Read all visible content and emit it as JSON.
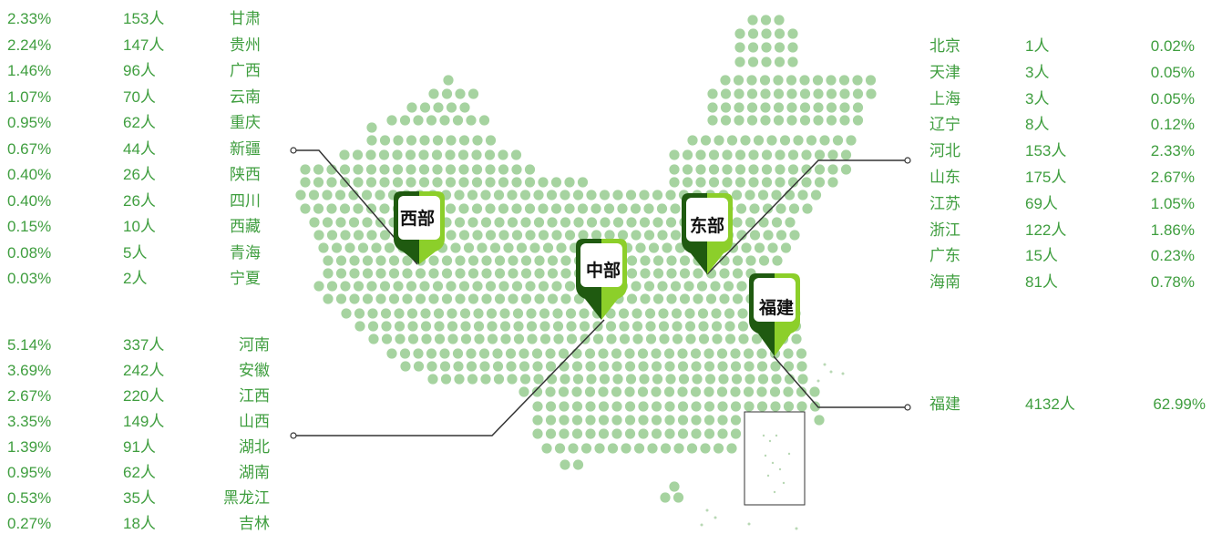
{
  "west_group": [
    {
      "pct": "2.33%",
      "count": "153人",
      "name": "甘肃"
    },
    {
      "pct": "2.24%",
      "count": "147人",
      "name": "贵州"
    },
    {
      "pct": "1.46%",
      "count": "96人",
      "name": "广西"
    },
    {
      "pct": "1.07%",
      "count": "70人",
      "name": "云南"
    },
    {
      "pct": "0.95%",
      "count": "62人",
      "name": "重庆"
    },
    {
      "pct": "0.67%",
      "count": "44人",
      "name": "新疆"
    },
    {
      "pct": "0.40%",
      "count": "26人",
      "name": "陕西"
    },
    {
      "pct": "0.40%",
      "count": "26人",
      "name": "四川"
    },
    {
      "pct": "0.15%",
      "count": "10人",
      "name": "西藏"
    },
    {
      "pct": "0.08%",
      "count": "5人",
      "name": "青海"
    },
    {
      "pct": "0.03%",
      "count": "2人",
      "name": "宁夏"
    }
  ],
  "central_group": [
    {
      "pct": "5.14%",
      "count": "337人",
      "name": "河南"
    },
    {
      "pct": "3.69%",
      "count": "242人",
      "name": "安徽"
    },
    {
      "pct": "2.67%",
      "count": "220人",
      "name": "江西"
    },
    {
      "pct": "3.35%",
      "count": "149人",
      "name": "山西"
    },
    {
      "pct": "1.39%",
      "count": "91人",
      "name": "湖北"
    },
    {
      "pct": "0.95%",
      "count": "62人",
      "name": "湖南"
    },
    {
      "pct": "0.53%",
      "count": "35人",
      "name": "黑龙江"
    },
    {
      "pct": "0.27%",
      "count": "18人",
      "name": "吉林"
    }
  ],
  "east_group": [
    {
      "name": "北京",
      "count": "1人",
      "pct": "0.02%"
    },
    {
      "name": "天津",
      "count": "3人",
      "pct": "0.05%"
    },
    {
      "name": "上海",
      "count": "3人",
      "pct": "0.05%"
    },
    {
      "name": "辽宁",
      "count": "8人",
      "pct": "0.12%"
    },
    {
      "name": "河北",
      "count": "153人",
      "pct": "2.33%"
    },
    {
      "name": "山东",
      "count": "175人",
      "pct": "2.67%"
    },
    {
      "name": "江苏",
      "count": "69人",
      "pct": "1.05%"
    },
    {
      "name": "浙江",
      "count": "122人",
      "pct": "1.86%"
    },
    {
      "name": "广东",
      "count": "15人",
      "pct": "0.23%"
    },
    {
      "name": "海南",
      "count": "81人",
      "pct": "0.78%"
    }
  ],
  "fujian_group": [
    {
      "name": "福建",
      "count": "4132人",
      "pct": "62.99%"
    }
  ],
  "pins": {
    "west": "西部",
    "central": "中部",
    "east": "东部",
    "fujian": "福建"
  },
  "colors": {
    "text_green": "#3f9e3f",
    "dot_green": "#a6d3a0",
    "pin_dark": "#1f5a10",
    "pin_light": "#8ccf2a",
    "line": "#333333"
  }
}
